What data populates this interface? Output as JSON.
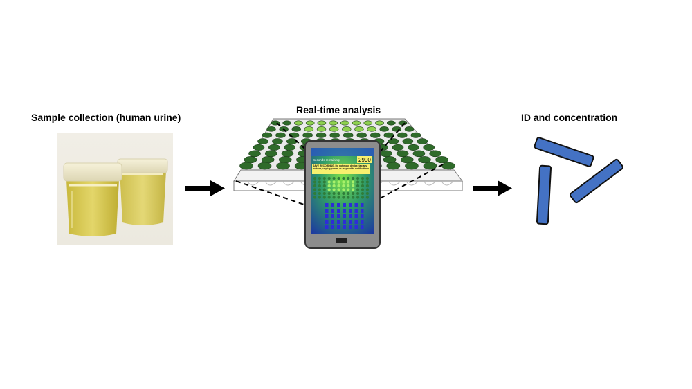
{
  "steps": {
    "sample_collection": "Sample collection (human urine)",
    "analysis": "Real-time analysis",
    "result": "ID and concentration"
  },
  "phone": {
    "header_label": "Seconds remaining:",
    "counter": "2990",
    "warning": "SAVE RECORDING. Do not move device, tap any buttons, unplug power, or respond to notifications."
  },
  "colors": {
    "arrow": "#000000",
    "bacteria_fill": "#4472c4",
    "well_dark": "#2f6b2a",
    "well_light": "#8fd14f"
  }
}
